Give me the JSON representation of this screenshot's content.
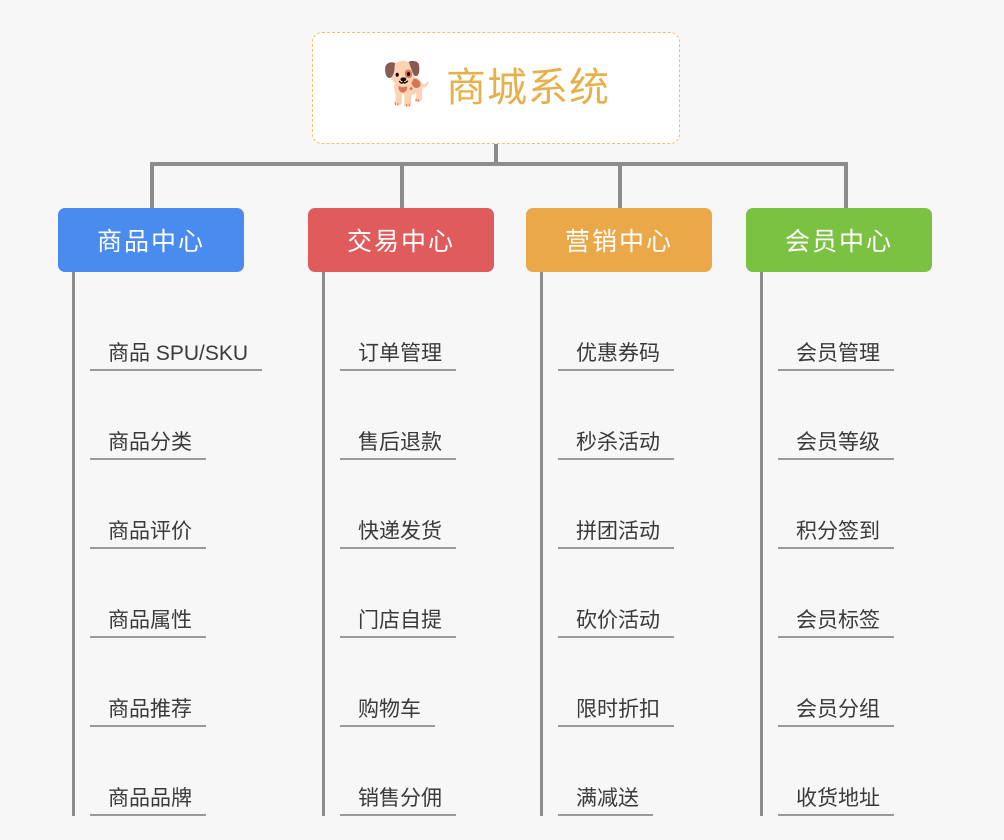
{
  "root": {
    "icon": "shiba-dog-face-emoji",
    "emoji": "🐕",
    "title": "商城系统",
    "title_color": "#e8b04b",
    "border_color": "#eec26a"
  },
  "connector_color": "#8c8c8c",
  "background_color": "#f7f7f7",
  "columns": [
    {
      "header": "商品中心",
      "color": "#4a8bf0",
      "items": [
        "商品 SPU/SKU",
        "商品分类",
        "商品评价",
        "商品属性",
        "商品推荐",
        "商品品牌"
      ]
    },
    {
      "header": "交易中心",
      "color": "#e05b5b",
      "items": [
        "订单管理",
        "售后退款",
        "快递发货",
        "门店自提",
        "购物车",
        "销售分佣"
      ]
    },
    {
      "header": "营销中心",
      "color": "#eaa849",
      "items": [
        "优惠券码",
        "秒杀活动",
        "拼团活动",
        "砍价活动",
        "限时折扣",
        "满减送"
      ]
    },
    {
      "header": "会员中心",
      "color": "#7cc242",
      "items": [
        "会员管理",
        "会员等级",
        "积分签到",
        "会员标签",
        "会员分组",
        "收货地址"
      ]
    }
  ]
}
